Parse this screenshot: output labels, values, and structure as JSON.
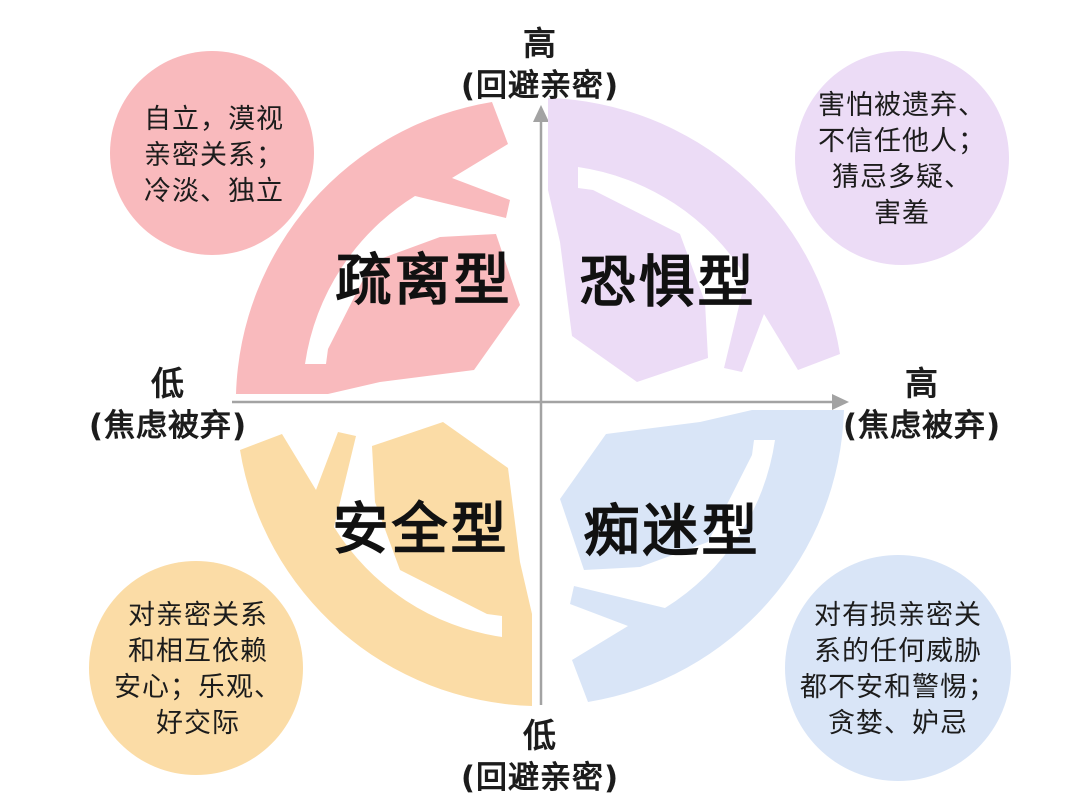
{
  "title_implicit": "依恋类型四象限图",
  "axes": {
    "top": {
      "level": "高",
      "dimension": "(回避亲密)"
    },
    "bottom": {
      "level": "低",
      "dimension": "(回避亲密)"
    },
    "left": {
      "level": "低",
      "dimension": "(焦虑被弃)"
    },
    "right": {
      "level": "高",
      "dimension": "(焦虑被弃)"
    }
  },
  "quadrants": {
    "top_left": {
      "label": "疏离型",
      "color": "#f9babd",
      "bubble_lines": [
        "自立，漠视",
        "亲密关系；",
        "冷淡、独立"
      ]
    },
    "top_right": {
      "label": "恐惧型",
      "color": "#ecdcf6",
      "bubble_lines": [
        "害怕被遗弃、",
        "不信任他人；",
        "猜忌多疑、",
        "害羞"
      ]
    },
    "bottom_left": {
      "label": "安全型",
      "color": "#fbdca6",
      "bubble_lines": [
        "对亲密关系",
        "和相互依赖",
        "安心；乐观、",
        "好交际"
      ]
    },
    "bottom_right": {
      "label": "痴迷型",
      "color": "#d9e5f7",
      "bubble_lines": [
        "对有损亲密关",
        "系的任何威胁",
        "都不安和警惕；",
        "贪婪、妒忌"
      ]
    }
  },
  "colors": {
    "axis": "#a3a3a3",
    "text": "#1c1c1c"
  }
}
